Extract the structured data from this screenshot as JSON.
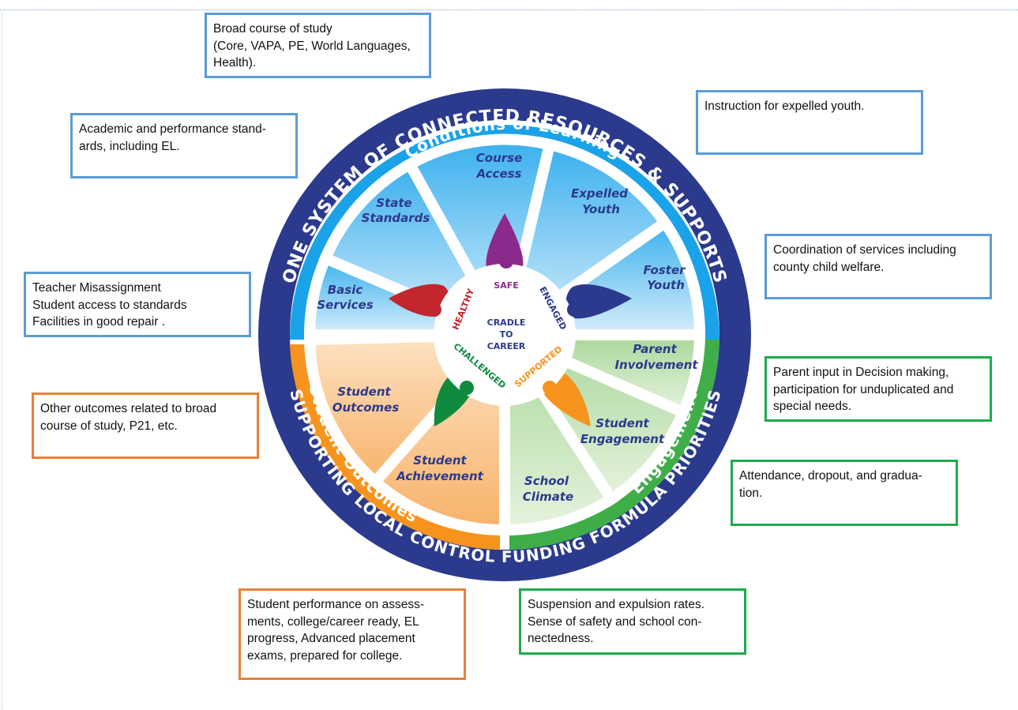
{
  "diagram": {
    "outer_ring_top": "ONE SYSTEM OF CONNECTED RESOURCES & SUPPORTS",
    "outer_ring_bottom": "SUPPORTING LOCAL CONTROL FUNDING FORMULA PRIORITIES",
    "inner_ring": {
      "conditions": "Conditions of Learning",
      "engagement": "Engagement",
      "outcomes": "Student Outcomes"
    },
    "segments": {
      "basic_services": [
        "Basic",
        "Services"
      ],
      "state_standards": [
        "State",
        "Standards"
      ],
      "course_access": [
        "Course",
        "Access"
      ],
      "expelled_youth": [
        "Expelled",
        "Youth"
      ],
      "foster_youth": [
        "Foster",
        "Youth"
      ],
      "parent_involvement": [
        "Parent",
        "Involvement"
      ],
      "student_engagement": [
        "Student",
        "Engagement"
      ],
      "school_climate": [
        "School",
        "Climate"
      ],
      "student_achievement": [
        "Student",
        "Achievement"
      ],
      "student_outcomes": [
        "Student",
        "Outcomes"
      ]
    },
    "center": {
      "line1": "CRADLE",
      "line2": "TO",
      "line3": "CAREER",
      "safe": "SAFE",
      "engaged": "ENGAGED",
      "supported": "SUPPORTED",
      "challenged": "CHALLENGED",
      "healthy": "HEALTHY"
    },
    "colors": {
      "navy": "#2b3a8c",
      "blue": "#1aa3e8",
      "green": "#3fae49",
      "orange": "#f7941d",
      "purple": "#8b2a8c",
      "red": "#c1272d"
    }
  },
  "notes": {
    "broad_course": "Broad course of study\n(Core, VAPA, PE, World Languages,\nHealth).",
    "academic_standards": "Academic and performance stand-\nards, including EL.",
    "expelled_instruction": "Instruction for expelled youth.",
    "coordination": "Coordination of services  including\ncounty child welfare.",
    "teacher": "Teacher Misassignment\nStudent access to standards\nFacilities in good repair .",
    "parent_input": "Parent input in Decision making,\nparticipation for unduplicated and\nspecial needs.",
    "other_outcomes": "Other outcomes related to broad\ncourse of study, P21, etc.",
    "attendance": "Attendance, dropout, and gradua-\ntion.",
    "performance": "Student performance on assess-\nments, college/career ready, EL\nprogress,  Advanced placement\nexams, prepared for college.",
    "suspension": "Suspension  and expulsion rates.\nSense of safety and school con-\nnectedness."
  }
}
